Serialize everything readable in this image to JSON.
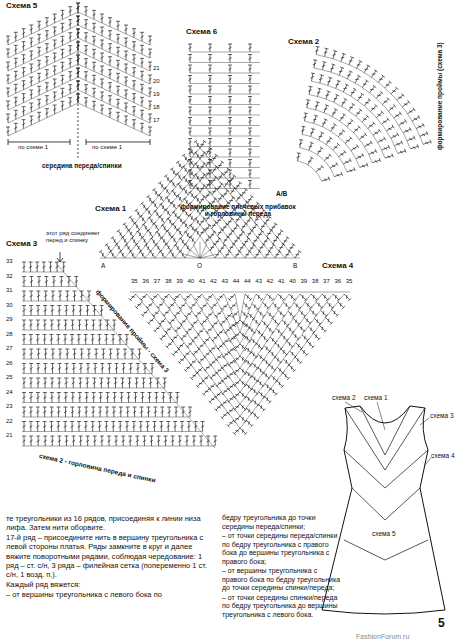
{
  "diagram": {
    "labels": [
      "Схема 5",
      "21",
      "20",
      "19",
      "18",
      "17",
      "по схеме 1",
      "по схеме 1",
      "середина переда/спинки",
      "Схема 6",
      "формирование плечевых прибавок и горловины переда",
      "Схема 2",
      "формирование проймы (схема 3)",
      "A/B",
      "Схема 1",
      "A",
      "O",
      "B",
      "Схема 4",
      "35",
      "36",
      "37",
      "38",
      "39",
      "40",
      "41",
      "42",
      "43",
      "44",
      "44",
      "43",
      "42",
      "41",
      "40",
      "39",
      "38",
      "37",
      "36",
      "35",
      "этот ряд соединяет перед и спинку",
      "Схема 3",
      "33",
      "32",
      "31",
      "30",
      "29",
      "28",
      "27",
      "26",
      "25",
      "24",
      "23",
      "22",
      "21",
      "формирование проймы - схема 3",
      "схема 2 - горловина переда и спинки",
      "схема 2",
      "схема 1",
      "схема 3",
      "схема 4",
      "схема 5",
      "те треугольники из 16 рядов, присоединяя к линии низа лифа. Затем нити оборвите.",
      "17-й ряд – присоедините нить в вершину треугольника с левой стороны платья. Ряды замкните в круг и далее вяжите поворотными рядами, соблюдая чередование: 1 ряд – ст. с/н, 3 ряда – филейная сетка (попеременно 1 ст. с/н, 1 возд. п.).",
      "Каждый ряд вяжется:",
      "– от вершины треугольника с левого бока по",
      "бедру треугольника до точки середины переда/спинки;",
      "– от точки середины переда/спинки по бедру треугольника с правого бока до вершины треугольника с правого бока;",
      "– от вершины треугольника с правого бока по бедру треугольника до точки середины спинки/переда;",
      "– от точки середины спинки/переда по бедру треугольника до вершины треугольника с левого бока.",
      "5",
      "FashionForum.ru"
    ]
  }
}
